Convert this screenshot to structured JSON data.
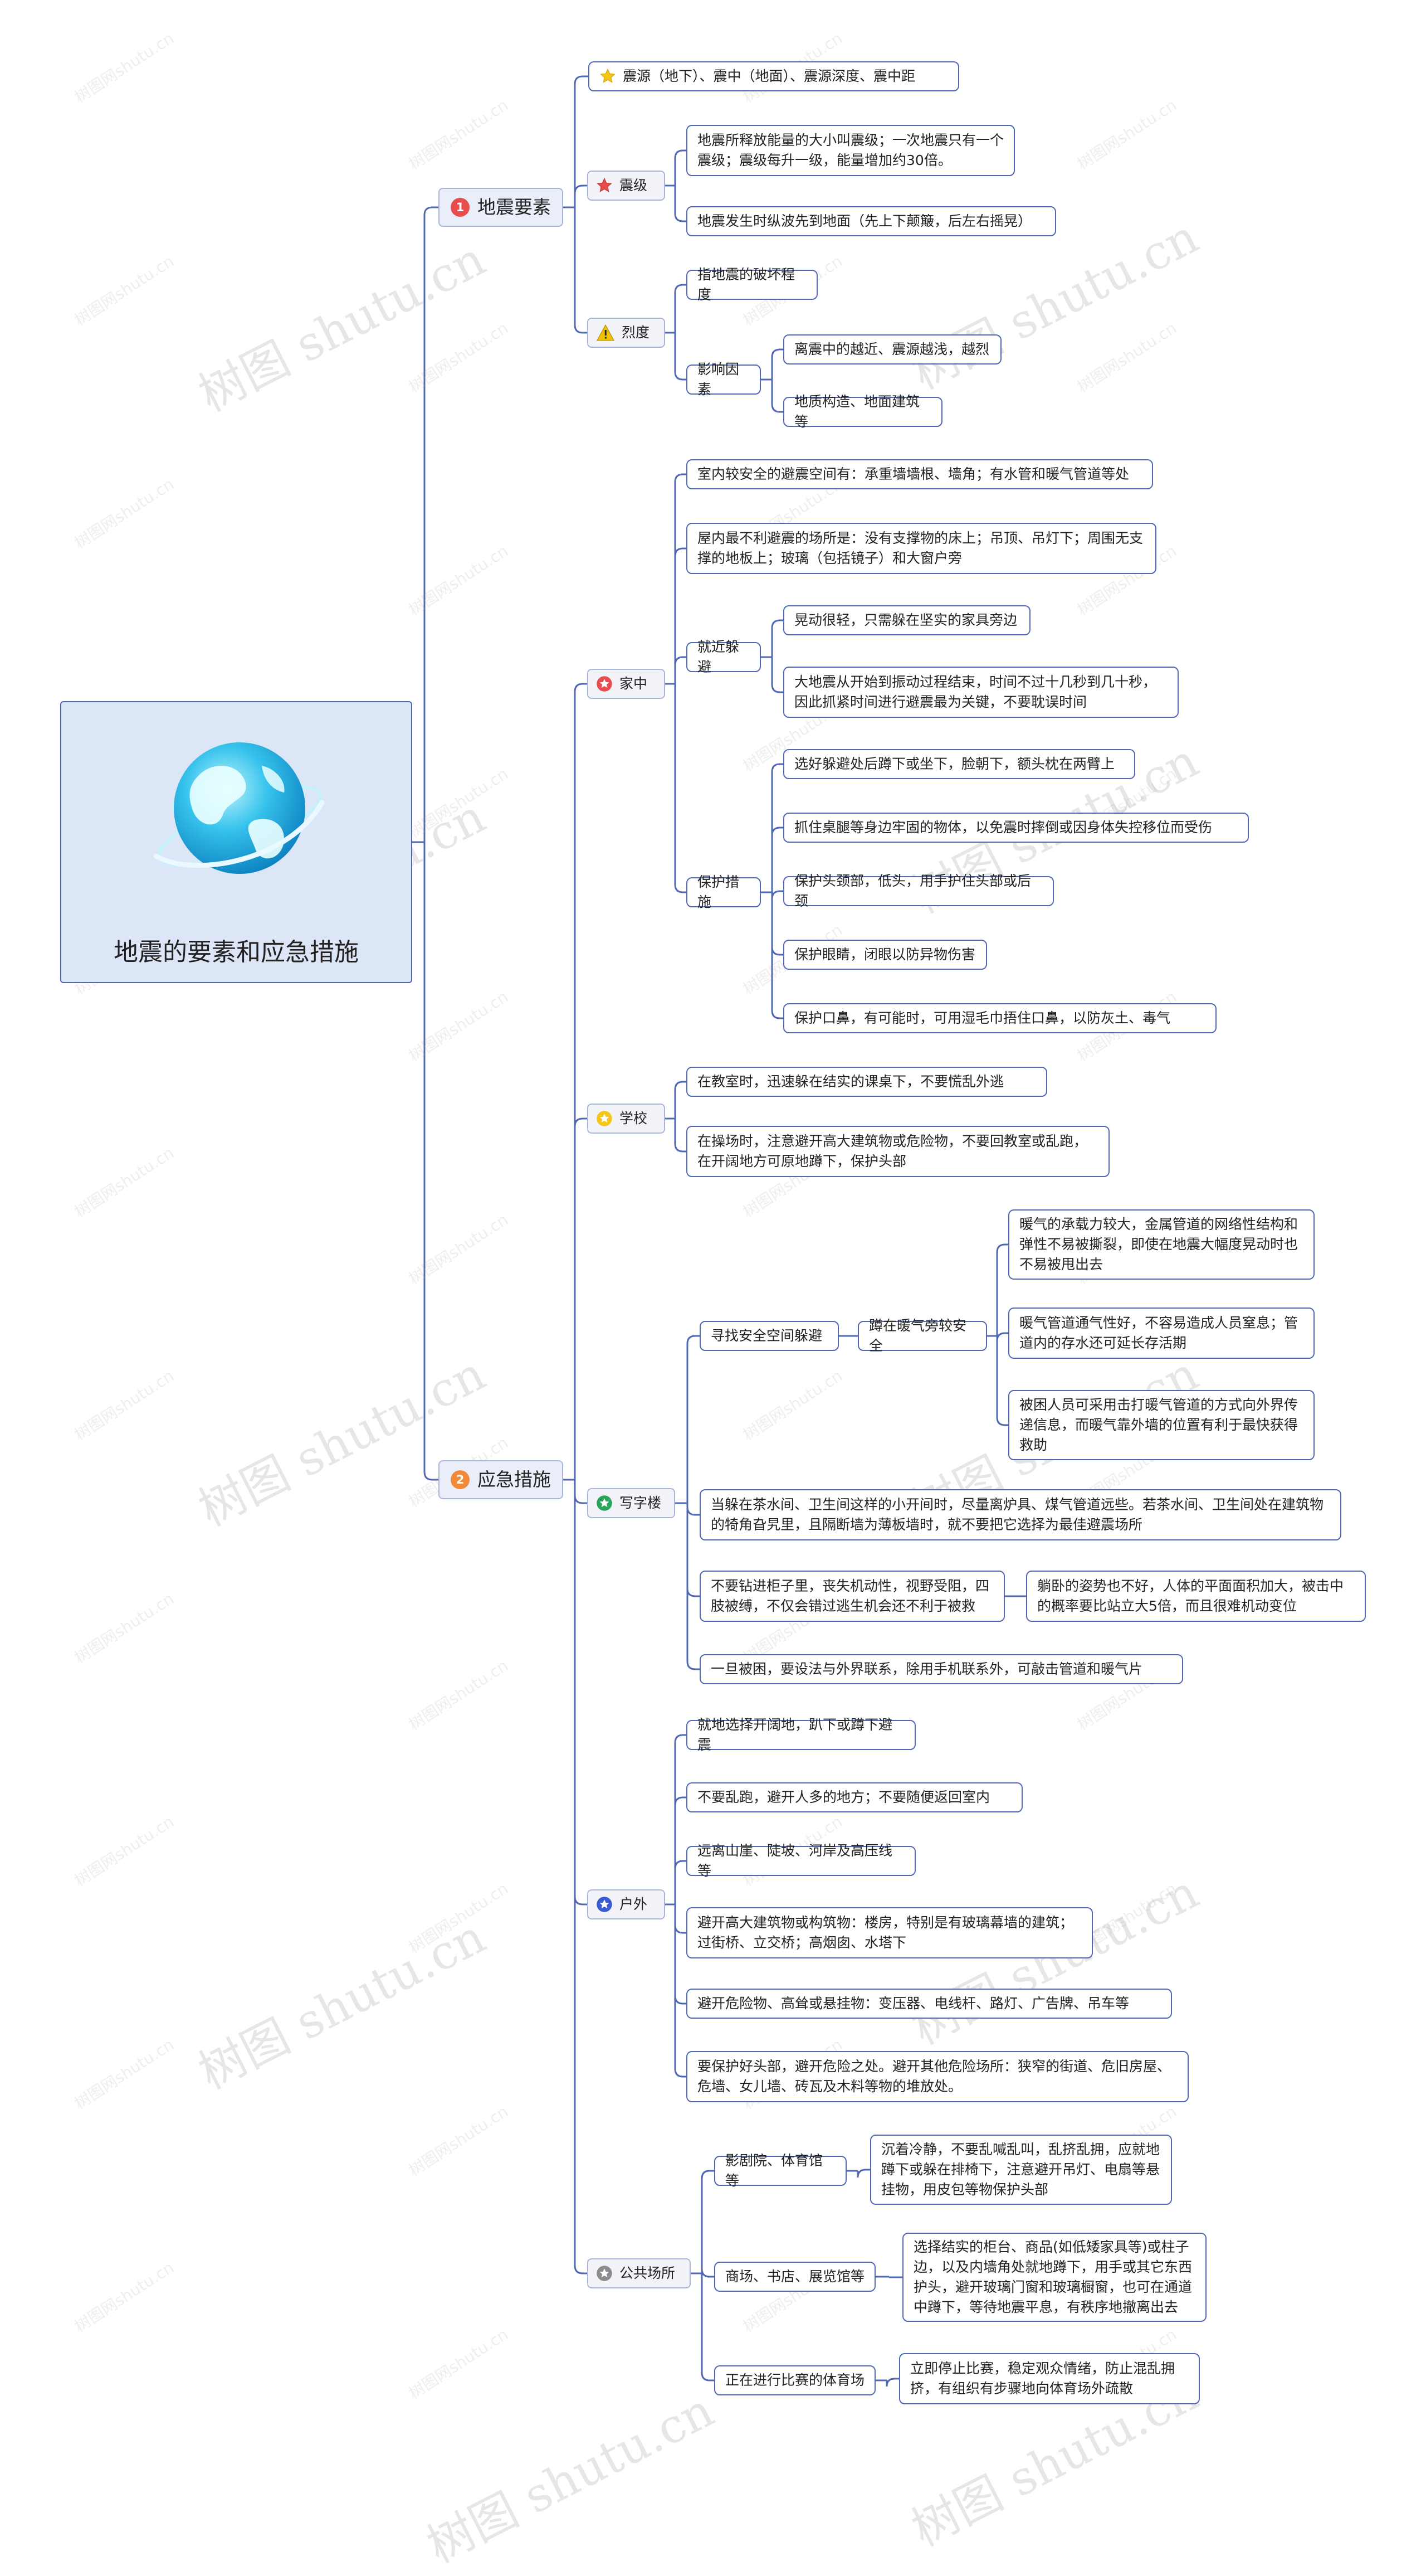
{
  "root": {
    "title": "地震的要素和应急措施"
  },
  "branch1": {
    "marker": "1",
    "label": "地震要素",
    "star_item": "震源（地下）、震中（地面）、震源深度、震中距",
    "magnitude": {
      "label": "震级",
      "items": [
        "地震所释放能量的大小叫震级；一次地震只有一个震级；震级每升一级，能量增加约30倍。",
        "地震发生时纵波先到地面（先上下颠簸，后左右摇晃）"
      ]
    },
    "intensity": {
      "label": "烈度",
      "definition": "指地震的破坏程度",
      "factors": {
        "label": "影响因素",
        "items": [
          "离震中的越近、震源越浅，越烈",
          "地质构造、地面建筑等"
        ]
      }
    }
  },
  "branch2": {
    "marker": "2",
    "label": "应急措施",
    "home": {
      "label": "家中",
      "items": [
        "室内较安全的避震空间有：承重墙墙根、墙角；有水管和暖气管道等处",
        "屋内最不利避震的场所是：没有支撑物的床上；吊顶、吊灯下；周围无支撑的地板上；玻璃（包括镜子）和大窗户旁"
      ],
      "nearby": {
        "label": "就近躲避",
        "items": [
          "晃动很轻，只需躲在坚实的家具旁边",
          "大地震从开始到振动过程结束，时间不过十几秒到几十秒，因此抓紧时间进行避震最为关键，不要耽误时间"
        ]
      },
      "protect": {
        "label": "保护措施",
        "items": [
          "选好躲避处后蹲下或坐下，脸朝下，额头枕在两臂上",
          "抓住桌腿等身边牢固的物体，以免震时摔倒或因身体失控移位而受伤",
          "保护头颈部，低头，用手护住头部或后颈",
          "保护眼睛，闭眼以防异物伤害",
          "保护口鼻，有可能时，可用湿毛巾捂住口鼻，以防灰土、毒气"
        ]
      }
    },
    "school": {
      "label": "学校",
      "items": [
        "在教室时，迅速躲在结实的课桌下，不要慌乱外逃",
        "在操场时，注意避开高大建筑物或危险物，不要回教室或乱跑，在开阔地方可原地蹲下，保护头部"
      ]
    },
    "office": {
      "label": "写字楼",
      "find": "寻找安全空间躲避",
      "heater": "蹲在暖气旁较安全",
      "heater_reasons": [
        "暖气的承载力较大，金属管道的网络性结构和弹性不易被撕裂，即使在地震大幅度晃动时也不易被甩出去",
        "暖气管道通气性好，不容易造成人员窒息；管道内的存水还可延长存活期",
        "被困人员可采用击打暖气管道的方式向外界传递信息，而暖气靠外墙的位置有利于最快获得救助"
      ],
      "tearoom": "当躲在茶水间、卫生间这样的小开间时，尽量离炉具、煤气管道远些。若茶水间、卫生间处在建筑物的犄角旮旯里，且隔断墙为薄板墙时，就不要把它选择为最佳避震场所",
      "cabinet": "不要钻进柜子里，丧失机动性，视野受阻，四肢被缚，不仅会错过逃生机会还不利于被救",
      "cabinet_note": "躺卧的姿势也不好，人体的平面面积加大，被击中的概率要比站立大5倍，而且很难机动变位",
      "trapped": "一旦被困，要设法与外界联系，除用手机联系外，可敲击管道和暖气片"
    },
    "outdoor": {
      "label": "户外",
      "items": [
        "就地选择开阔地，趴下或蹲下避震",
        "不要乱跑，避开人多的地方；不要随便返回室内",
        "远离山崖、陡坡、河岸及高压线等",
        "避开高大建筑物或构筑物：楼房，特别是有玻璃幕墙的建筑；过街桥、立交桥；高烟囱、水塔下",
        "避开危险物、高耸或悬挂物：变压器、电线杆、路灯、广告牌、吊车等",
        "要保护好头部，避开危险之处。避开其他危险场所：狭窄的街道、危旧房屋、危墙、女儿墙、砖瓦及木料等物的堆放处。"
      ]
    },
    "public": {
      "label": "公共场所",
      "venues": [
        {
          "label": "影剧院、体育馆等",
          "advice": "沉着冷静，不要乱喊乱叫，乱挤乱拥，应就地蹲下或躲在排椅下，注意避开吊灯、电扇等悬挂物，用皮包等物保护头部"
        },
        {
          "label": "商场、书店、展览馆等",
          "advice": "选择结实的柜台、商品(如低矮家具等)或柱子边，以及内墙角处就地蹲下，用手或其它东西护头，避开玻璃门窗和玻璃橱窗，也可在通道中蹲下，等待地震平息，有秩序地撤离出去"
        },
        {
          "label": "正在进行比赛的体育场",
          "advice": "立即停止比赛，稳定观众情绪，防止混乱拥挤，有组织有步骤地向体育场外疏散"
        }
      ]
    }
  },
  "watermark": {
    "big": "树图 shutu.cn",
    "small": "树图网shutu.cn"
  },
  "colors": {
    "line": "#5168b4",
    "marker_1": "#e84c4c",
    "marker_2": "#f08a3a",
    "star_yellow": "#f5c518",
    "star_red": "#e84c4c",
    "star_green": "#28a55a",
    "star_blue": "#3b5bd6",
    "star_gray": "#8c8c8c",
    "warning": "#f3c300"
  },
  "icons": {
    "b1_item1": "star-icon",
    "magnitude": "star-icon",
    "intensity": "warning-icon",
    "home": "star-icon",
    "school": "star-icon",
    "office": "star-icon",
    "outdoor": "star-icon",
    "public": "star-icon",
    "root": "globe-icon"
  }
}
